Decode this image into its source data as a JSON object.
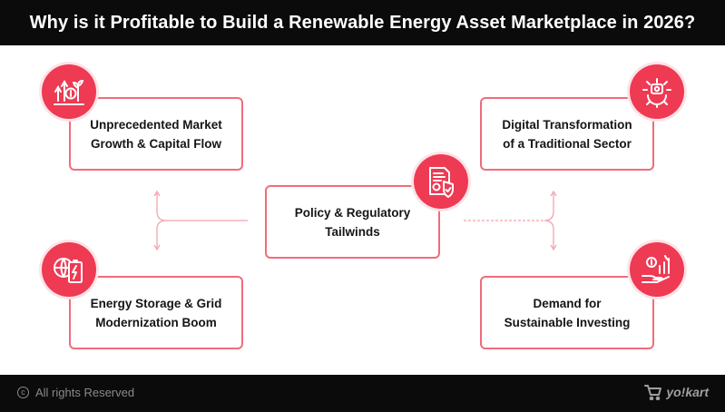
{
  "header": {
    "title": "Why is it Profitable to Build a Renewable Energy Asset Marketplace in 2026?"
  },
  "cards": {
    "growth": {
      "line1": "Unprecedented Market",
      "line2": "Growth & Capital Flow",
      "icon": "growth-chart-icon"
    },
    "digital": {
      "line1": "Digital Transformation",
      "line2": "of a Traditional Sector",
      "icon": "gear-cog-icon"
    },
    "policy": {
      "line1": "Policy & Regulatory",
      "line2": "Tailwinds",
      "icon": "policy-document-icon"
    },
    "storage": {
      "line1": "Energy Storage & Grid",
      "line2": "Modernization Boom",
      "icon": "battery-storage-icon"
    },
    "sustainable": {
      "line1": "Demand for",
      "line2": "Sustainable Investing",
      "icon": "sustainable-investing-icon"
    }
  },
  "footer": {
    "rights": "All rights Reserved",
    "brand": "yo!kart"
  },
  "colors": {
    "accent": "#ee3a53",
    "border": "#f06c7c",
    "connector": "#f4a3ae",
    "bar": "#0b0b0b"
  }
}
